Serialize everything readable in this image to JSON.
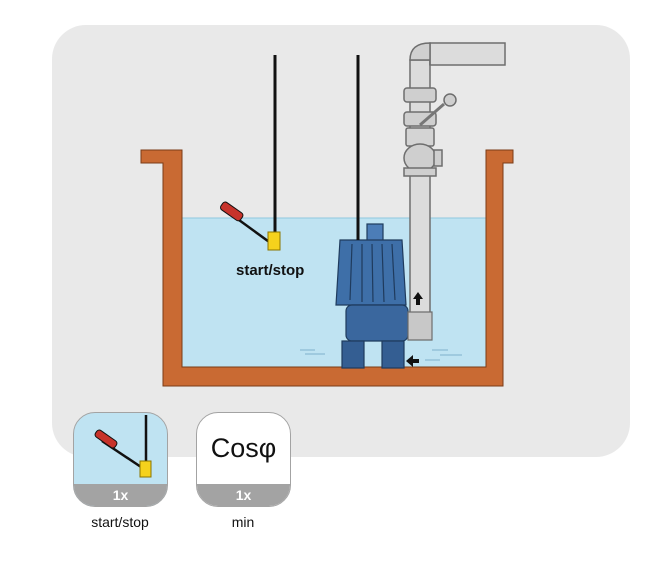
{
  "diagram": {
    "float_label": "start/stop"
  },
  "cards": [
    {
      "name": "float-switch-card",
      "icon": "float-switch-icon",
      "count": "1x",
      "caption": "start/stop"
    },
    {
      "name": "cos-phi-card",
      "icon_text": "Cosφ",
      "count": "1x",
      "caption": "min"
    }
  ],
  "colors": {
    "panel": "#e9e9e9",
    "tank": "#c96a33",
    "water": "#bfe3f2",
    "pump": "#3e6fa8",
    "pipe": "#d8d8d8",
    "float": "#f5d21c",
    "card_footer": "#a3a3a3"
  }
}
